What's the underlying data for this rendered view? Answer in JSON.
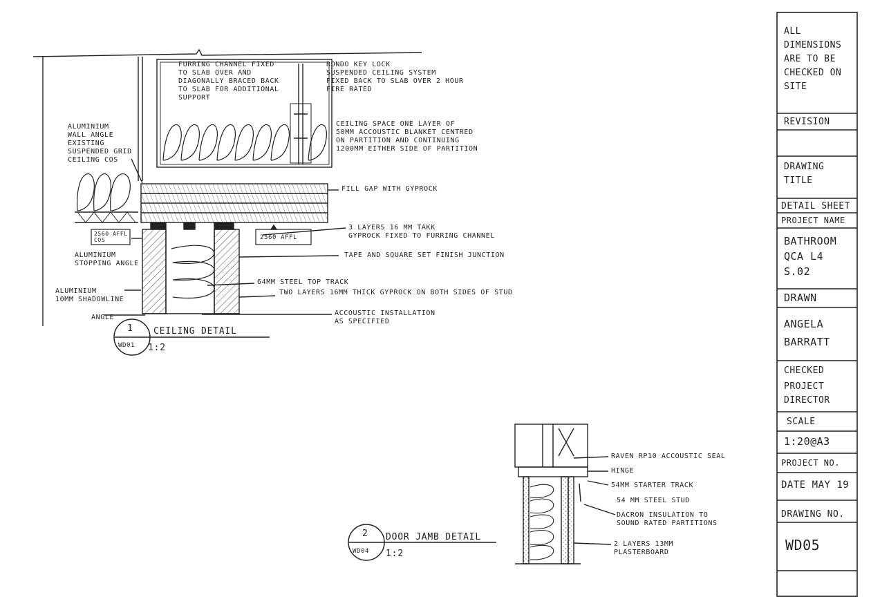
{
  "ceiling_notes": {
    "furring": "FURRING CHANNEL FIXED\nTO SLAB OVER AND\nDIAGONALLY BRACED BACK\nTO SLAB FOR ADDITIONAL\nSUPPORT",
    "rondo": "RONDO KEY LOCK\nSUSPENDED CEILING SYSTEM\nFIXED BACK TO SLAB OVER 2 HOUR\nFIRE RATED",
    "ceiling_space": "CEILING SPACE ONE LAYER OF\n50MM ACCOUSTIC BLANKET CENTRED\nON PARTITION AND CONTINUING\n1200MM EITHER SIDE OF PARTITION",
    "wall_angle": "ALUMINIUM\nWALL ANGLE\nEXISTING\nSUSPENDED GRID\nCEILING COS",
    "fill_gap": "FILL GAP WITH GYPROCK",
    "three_layers": "3 LAYERS 16 MM TAKK\nGYPROCK FIXED TO FURRING CHANNEL",
    "tape": "TAPE AND SQUARE SET FINISH JUNCTION",
    "top_track": "64MM STEEL TOP TRACK",
    "two_layers": "TWO LAYERS 16MM THICK GYPROCK ON BOTH SIDES OF STUD",
    "accoustic": "ACCOUSTIC INSTALLATION\nAS SPECIFIED",
    "stopping_angle": "ALUMINIUM\nSTOPPING ANGLE",
    "shadowline": "ALUMINIUM\n10MM SHADOWLINE",
    "angle": "ANGLE",
    "level_left": "2560 AFFL\nCOS",
    "level_right": "2560 AFFL"
  },
  "ceiling_title": {
    "number": "1",
    "ref": "WD01",
    "title": "CEILING DETAIL",
    "scale": "1:2"
  },
  "jamb_notes": {
    "seal": "RAVEN RP10 ACCOUSTIC SEAL",
    "hinge": "HINGE",
    "starter": "54MM STARTER TRACK",
    "stud": "54 MM STEEL STUD",
    "dacron": "DACRON INSULATION TO\nSOUND RATED PARTITIONS",
    "plasterboard": "2 LAYERS 13MM\nPLASTERBOARD"
  },
  "jamb_title": {
    "number": "2",
    "ref": "WD04",
    "title": "DOOR JAMB DETAIL",
    "scale": "1:2"
  },
  "title_block": {
    "dimensions_note": "ALL\nDIMENSIONS\nARE TO BE\nCHECKED ON\nSITE",
    "revision_label": "REVISION",
    "revision_value": "",
    "drawing_title_label": "DRAWING\nTITLE",
    "drawing_title_value": "DETAIL SHEET",
    "project_name_label": "PROJECT NAME",
    "project_name_value": "BATHROOM\nQCA L4\nS.02",
    "drawn_label": "DRAWN",
    "drawn_value": "ANGELA\nBARRATT",
    "checked_label": "CHECKED",
    "checked_value": "PROJECT\nDIRECTOR",
    "scale_label": "SCALE",
    "scale_value": "1:20@A3",
    "project_no_label": "PROJECT NO.",
    "date_value": "DATE MAY 19",
    "drawing_no_label": "DRAWING NO.",
    "drawing_no_value": "WD05"
  },
  "colors": {
    "ink": "#222222",
    "paper": "#ffffff"
  }
}
